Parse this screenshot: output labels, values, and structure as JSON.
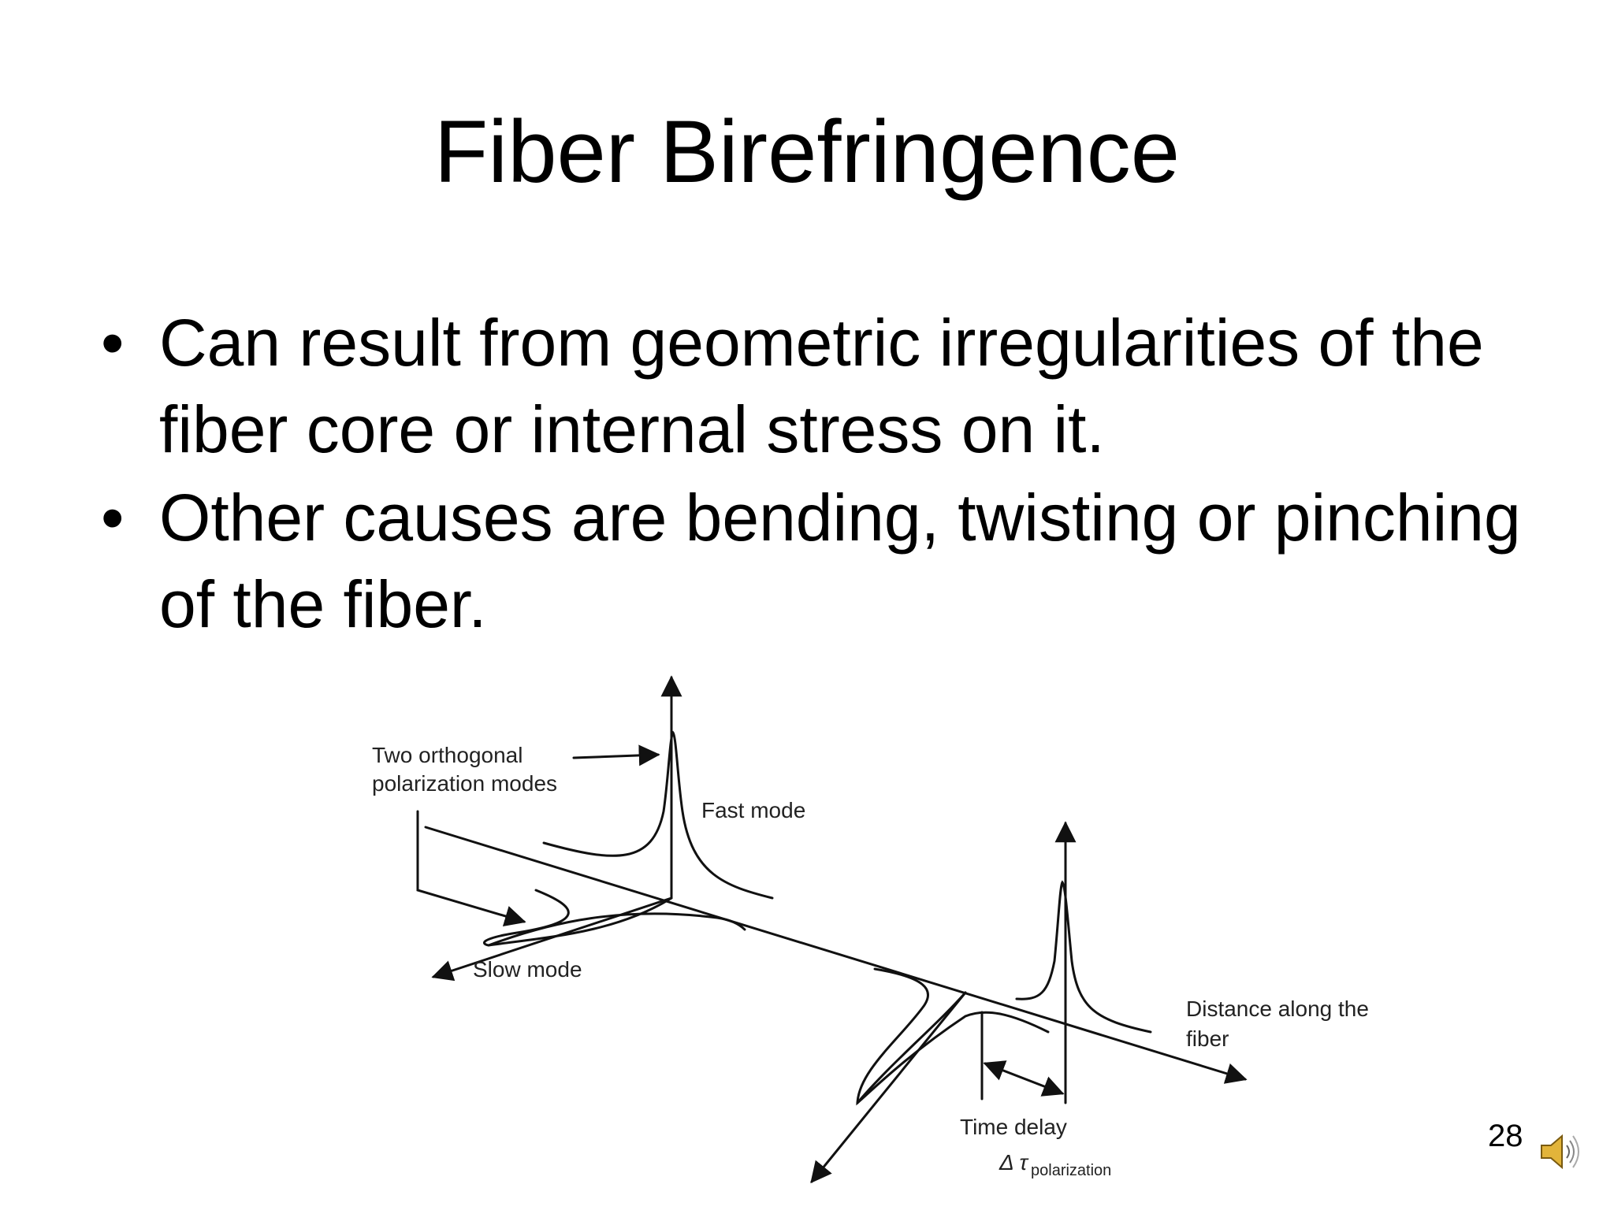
{
  "slide": {
    "title": "Fiber Birefringence",
    "bullets": [
      "Can result from geometric irregularities of the fiber core or internal stress on it.",
      "Other causes are bending, twisting or pinching of the fiber."
    ],
    "bullet_symbol": "•",
    "page_number": "28"
  },
  "figure": {
    "label_modes_line1": "Two orthogonal",
    "label_modes_line2": "polarization modes",
    "label_fast": "Fast mode",
    "label_slow": "Slow mode",
    "label_distance_line1": "Distance along the",
    "label_distance_line2": "fiber",
    "label_delay": "Time delay",
    "label_delta": "Δ τ",
    "label_delta_sub": "polarization"
  },
  "icons": {
    "speaker": "speaker-icon"
  }
}
